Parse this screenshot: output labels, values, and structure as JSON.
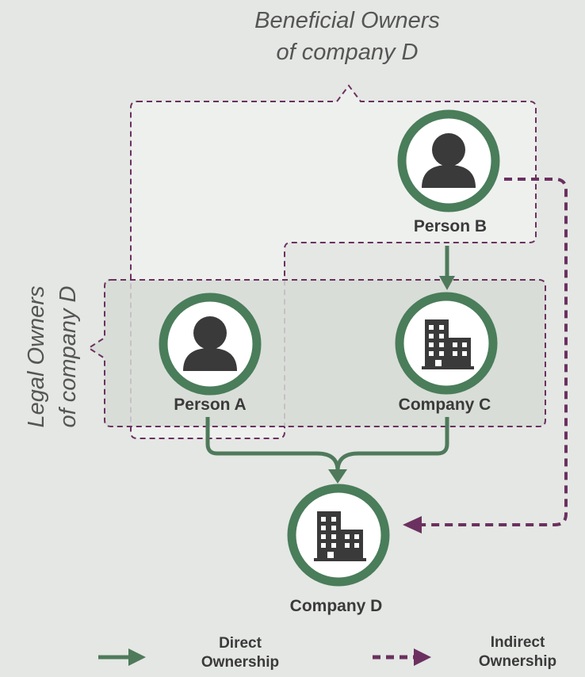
{
  "groups": {
    "beneficial_line1": "Beneficial Owners",
    "beneficial_line2": "of company D",
    "legal_line1": "Legal Owners",
    "legal_line2": "of company D"
  },
  "nodes": {
    "person_a": {
      "label": "Person A",
      "icon": "person-icon"
    },
    "person_b": {
      "label": "Person B",
      "icon": "person-icon"
    },
    "company_c": {
      "label": "Company C",
      "icon": "building-icon"
    },
    "company_d": {
      "label": "Company D",
      "icon": "building-icon"
    }
  },
  "legend": {
    "direct_line1": "Direct",
    "direct_line2": "Ownership",
    "indirect_line1": "Indirect",
    "indirect_line2": "Ownership"
  },
  "colors": {
    "direct": "#4e7a5b",
    "indirect": "#6b3060",
    "node_ring": "#4a7d5a",
    "icon": "#3a3a3a",
    "background": "#e4e7e3"
  }
}
